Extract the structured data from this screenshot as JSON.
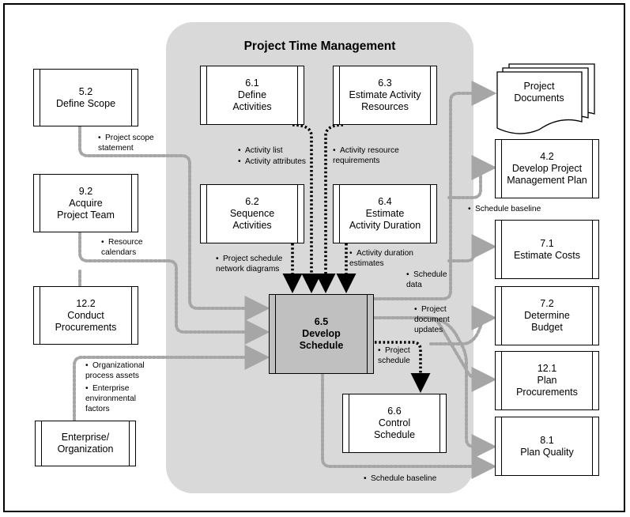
{
  "title": "Project Time Management",
  "processes": {
    "define_scope": {
      "num": "5.2",
      "label": "Define Scope"
    },
    "acquire_team": {
      "num": "9.2",
      "label": "Acquire\nProject Team"
    },
    "conduct_procurements": {
      "num": "12.2",
      "label": "Conduct\nProcurements"
    },
    "enterprise": {
      "label": "Enterprise/\nOrganization"
    },
    "define_activities": {
      "num": "6.1",
      "label": "Define\nActivities"
    },
    "estimate_resources": {
      "num": "6.3",
      "label": "Estimate Activity\nResources"
    },
    "sequence_activities": {
      "num": "6.2",
      "label": "Sequence\nActivities"
    },
    "estimate_duration": {
      "num": "6.4",
      "label": "Estimate\nActivity Duration"
    },
    "develop_schedule": {
      "num": "6.5",
      "label": "Develop\nSchedule"
    },
    "control_schedule": {
      "num": "6.6",
      "label": "Control\nSchedule"
    },
    "project_documents": {
      "label": "Project\nDocuments"
    },
    "develop_pm_plan": {
      "num": "4.2",
      "label": "Develop Project\nManagement Plan"
    },
    "estimate_costs": {
      "num": "7.1",
      "label": "Estimate Costs"
    },
    "determine_budget": {
      "num": "7.2",
      "label": "Determine\nBudget"
    },
    "plan_procurements": {
      "num": "12.1",
      "label": "Plan\nProcurements"
    },
    "plan_quality": {
      "num": "8.1",
      "label": "Plan Quality"
    }
  },
  "labels": {
    "scope_statement": "Project scope\nstatement",
    "resource_calendars": "Resource\ncalendars",
    "org_assets": "Organizational\nprocess assets",
    "env_factors": "Enterprise\nenvironmental\nfactors",
    "activity_list": "Activity list",
    "activity_attributes": "Activity attributes",
    "activity_resource_req": "Activity resource\nrequirements",
    "network_diagrams": "Project schedule\nnetwork diagrams",
    "duration_estimates": "Activity duration\nestimates",
    "schedule_data": "Schedule\ndata",
    "doc_updates": "Project\ndocument\nupdates",
    "project_schedule": "Project\nschedule",
    "schedule_baseline_top": "Schedule baseline",
    "schedule_baseline_bottom": "Schedule baseline"
  },
  "colors": {
    "panel": "#d9d9d9",
    "center_box": "#c0c0c0",
    "dotted_gray": "#a6a6a6",
    "dotted_black": "#000000"
  }
}
